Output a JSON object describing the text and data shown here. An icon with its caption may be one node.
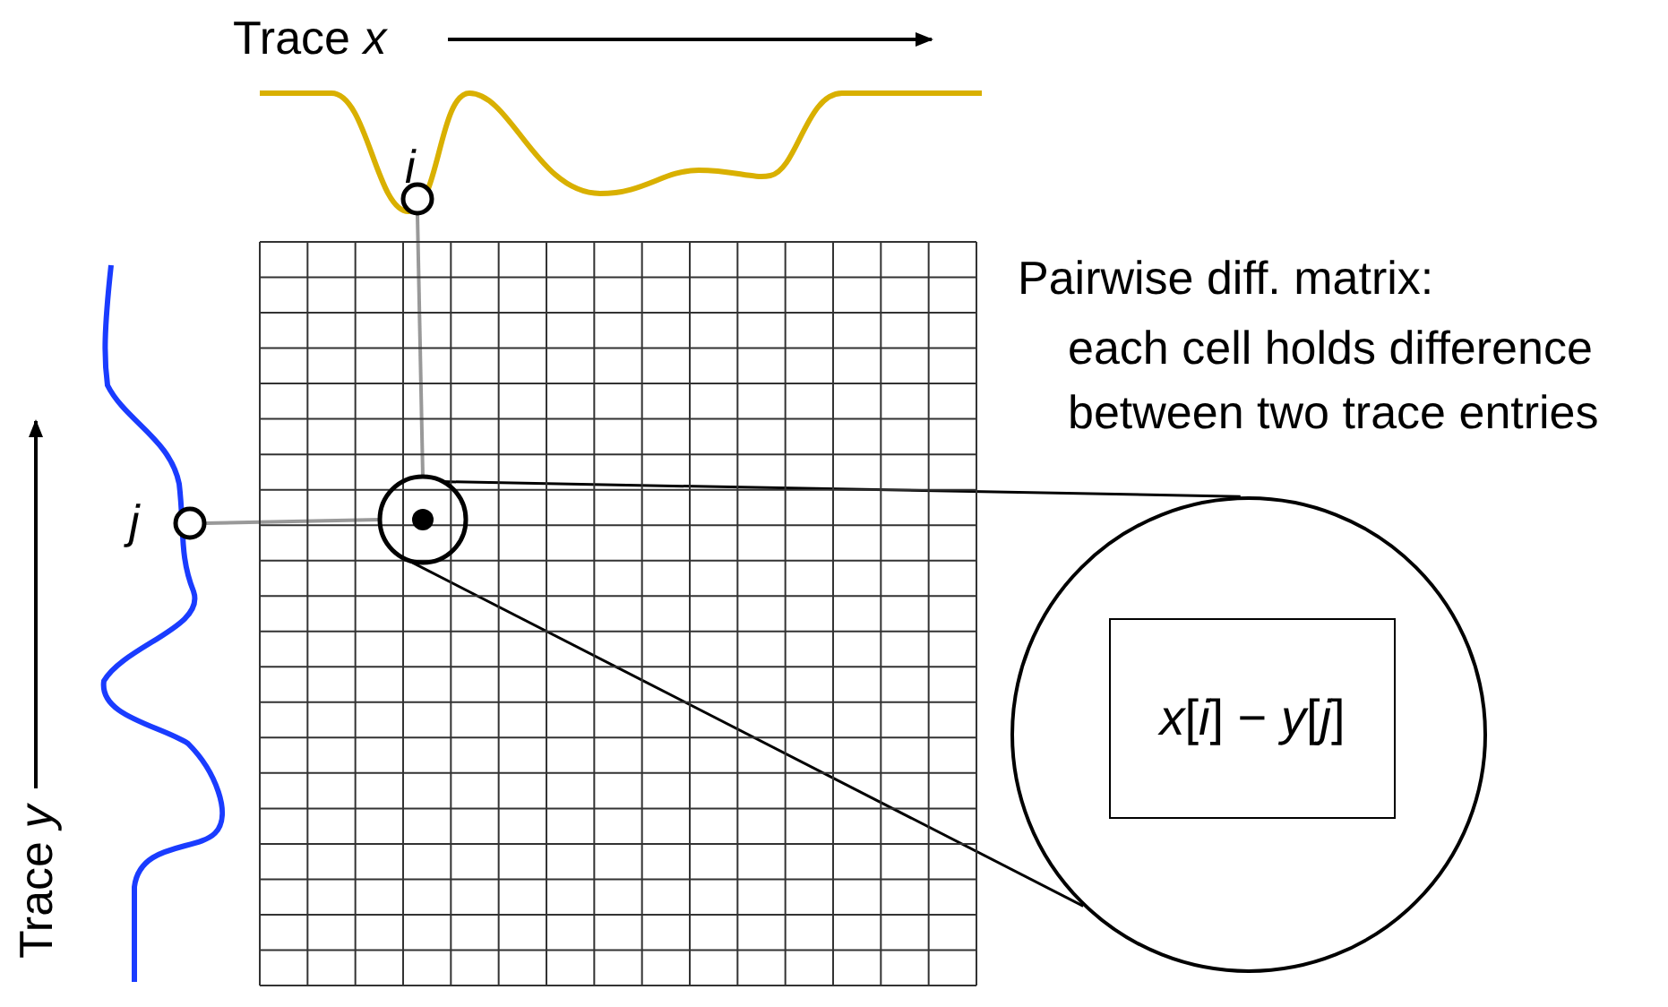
{
  "diagram": {
    "nodes": [
      {
        "text": [
          "i"
        ]
      },
      {
        "text": [
          "j"
        ]
      },
      {
        "text": [],
        "shape": "circle"
      },
      {
        "text": [],
        "shape": "circle"
      },
      {
        "text": [
          "*x*[*i*] − *y*[*j*]"
        ],
        "in": 3
      }
    ],
    "edges": [
      {
        "from": 0,
        "to": 2,
        "arrow": "none",
        "color": "#999999"
      },
      {
        "from": 1,
        "to": 2,
        "arrow": "none",
        "color": "#999999"
      },
      {
        "from": 2,
        "to": 3,
        "arrow": "none",
        "color": "#000000"
      },
      {
        "from": 2,
        "to": 3,
        "arrow": "none",
        "color": "#000000"
      }
    ],
    "labels": [
      "Trace *x*",
      "Trace *y*",
      "Pairwise diff. matrix:",
      "each cell holds difference between two trace entries"
    ]
  }
}
